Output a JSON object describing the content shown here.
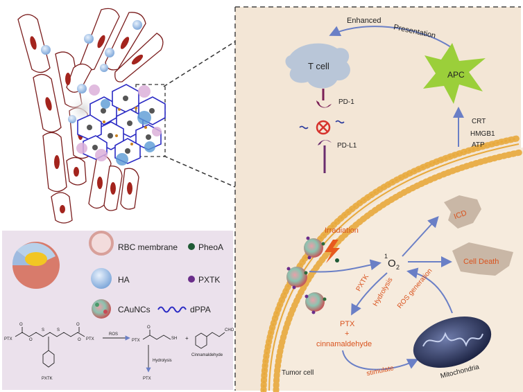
{
  "panel_colors": {
    "right_bg": "#f3e6d6",
    "legend_bg": "#ebe1ec",
    "membrane": "#e8a93c",
    "arrow": "#6a7fc6",
    "label_orange": "#d9531e",
    "tcell": "#b9c6d8",
    "apc": "#9bcf3a",
    "cell_outline": "#7a1c1c",
    "nucleus": "#a3241d",
    "ha": "#9ebbe0",
    "dppa": "#2a2ac4"
  },
  "right_panel": {
    "enhanced": "Enhanced",
    "presentation": "Presentation",
    "tcell": "T cell",
    "apc": "APC",
    "pd1": "PD-1",
    "pdl1": "PD-L1",
    "crt": "CRT",
    "hmgb1": "HMGB1",
    "atp": "ATP",
    "irradiation": "Irradiation",
    "icd": "ICD",
    "o2_super": "1",
    "o2_main": "O",
    "o2_sub": "2",
    "cell_death": "Cell Death",
    "pxtk": "PXTK",
    "hydrolysis": "Hydrolysis",
    "ros_generation": "ROS generation",
    "ptx": "PTX",
    "plus": "+",
    "cinnamaldehyde": "cinnamaldehyde",
    "stimulate": "stimulate",
    "mitochondria": "Mitochondria",
    "tumor_cell": "Tumor cell"
  },
  "legend": {
    "rbc_membrane": "RBC membrane",
    "pheoa": "PheoA",
    "ha": "HA",
    "pxtk": "PXTK",
    "caunc": "CAuNCs",
    "dppa": "dPPA"
  },
  "chem": {
    "ptx_left": "PTX",
    "ptx_right": "PTX",
    "s1": "S",
    "s2": "S",
    "o1": "O",
    "o2": "O",
    "o3": "O",
    "o4": "O",
    "pxtk_label": "PXTK",
    "ros": "ROS",
    "ptx_prod": "PTX",
    "o_prod": "O",
    "sh": "SH",
    "plus": "+",
    "cho": "CHO",
    "cinnamaldehyde": "Cinnamaldehyde",
    "hydrolysis": "Hydrolysis",
    "ptx_final": "PTX"
  }
}
